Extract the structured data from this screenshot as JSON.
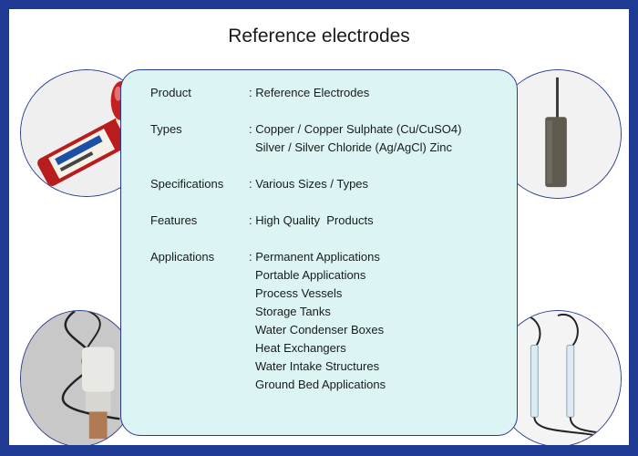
{
  "title": "Reference electrodes",
  "rows": [
    {
      "label": "Product",
      "values": [
        "Reference Electrodes"
      ]
    },
    {
      "label": "Types",
      "values": [
        "Copper / Copper Sulphate (Cu/CuSO4)",
        "Silver / Silver Chloride (Ag/AgCl) Zinc"
      ]
    },
    {
      "label": "Specifications",
      "values": [
        "Various Sizes / Types"
      ]
    },
    {
      "label": "Features",
      "values": [
        "High Quality  Products"
      ]
    },
    {
      "label": "Applications",
      "values": [
        "Permanent Applications",
        "Portable Applications",
        "Process Vessels",
        "Storage Tanks",
        "Water Condenser Boxes",
        "Heat Exchangers",
        "Water Intake Structures",
        "Ground Bed Applications"
      ]
    }
  ],
  "separator": ": ",
  "colors": {
    "border": "#1f3a93",
    "panel": "#dcf5f4",
    "outline": "#2a3b8f"
  }
}
